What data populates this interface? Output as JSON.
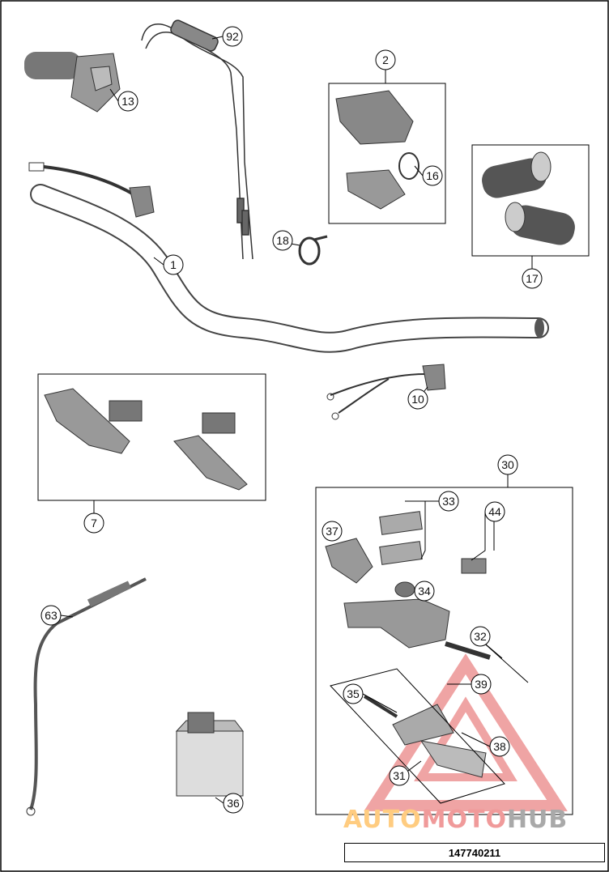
{
  "diagram": {
    "part_number": "147740211",
    "callouts": [
      {
        "id": "c92",
        "label": "92"
      },
      {
        "id": "c13",
        "label": "13"
      },
      {
        "id": "c2",
        "label": "2"
      },
      {
        "id": "c16",
        "label": "16"
      },
      {
        "id": "c17",
        "label": "17"
      },
      {
        "id": "c1",
        "label": "1"
      },
      {
        "id": "c18",
        "label": "18"
      },
      {
        "id": "c10",
        "label": "10"
      },
      {
        "id": "c7",
        "label": "7"
      },
      {
        "id": "c30",
        "label": "30"
      },
      {
        "id": "c33",
        "label": "33"
      },
      {
        "id": "c44",
        "label": "44"
      },
      {
        "id": "c37",
        "label": "37"
      },
      {
        "id": "c34",
        "label": "34"
      },
      {
        "id": "c32",
        "label": "32"
      },
      {
        "id": "c39",
        "label": "39"
      },
      {
        "id": "c35",
        "label": "35"
      },
      {
        "id": "c38",
        "label": "38"
      },
      {
        "id": "c31",
        "label": "31"
      },
      {
        "id": "c63",
        "label": "63"
      },
      {
        "id": "c36",
        "label": "36"
      }
    ]
  },
  "watermark": {
    "part1": "AUTO",
    "part2": "MOTO",
    "part3": "HUB",
    "colors": {
      "orange": "#ffcc80",
      "red": "#f09a9a",
      "gray": "#a9a9a9"
    }
  }
}
